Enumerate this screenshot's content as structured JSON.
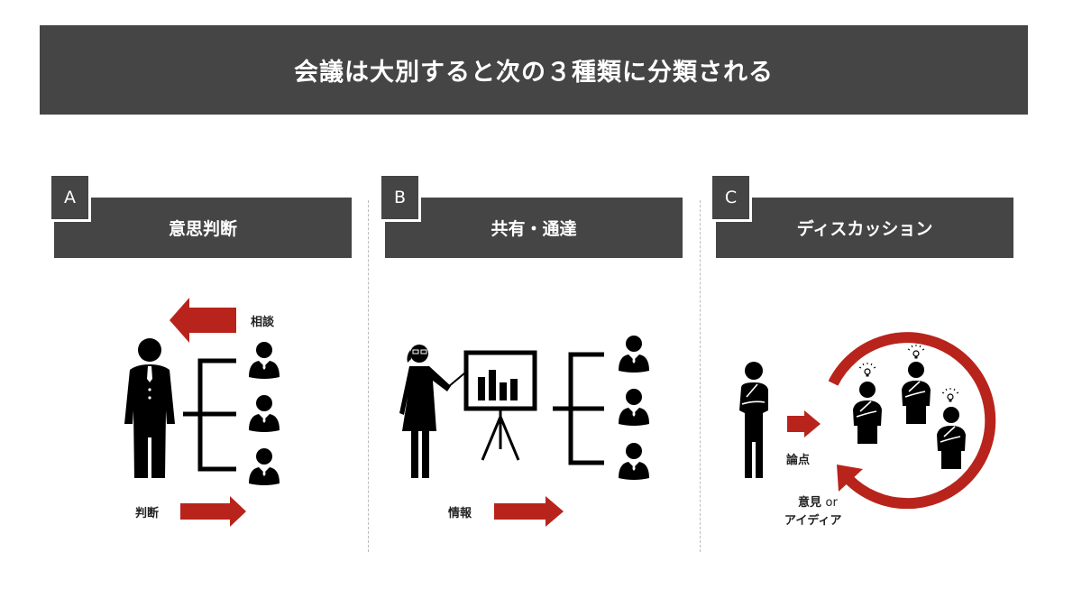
{
  "title": "会議は大別すると次の３種類に分類される",
  "colors": {
    "dark": "#454545",
    "accent": "#b8241c"
  },
  "panels": [
    {
      "badge": "A",
      "heading": "意思判断",
      "labels": {
        "top": "相談",
        "bottom": "判断"
      }
    },
    {
      "badge": "B",
      "heading": "共有・通達",
      "labels": {
        "bottom": "情報"
      }
    },
    {
      "badge": "C",
      "heading": "ディスカッション",
      "labels": {
        "issue": "論点",
        "opinion_1": "意見",
        "opinion_or": "or",
        "opinion_2": "アイディア"
      }
    }
  ]
}
